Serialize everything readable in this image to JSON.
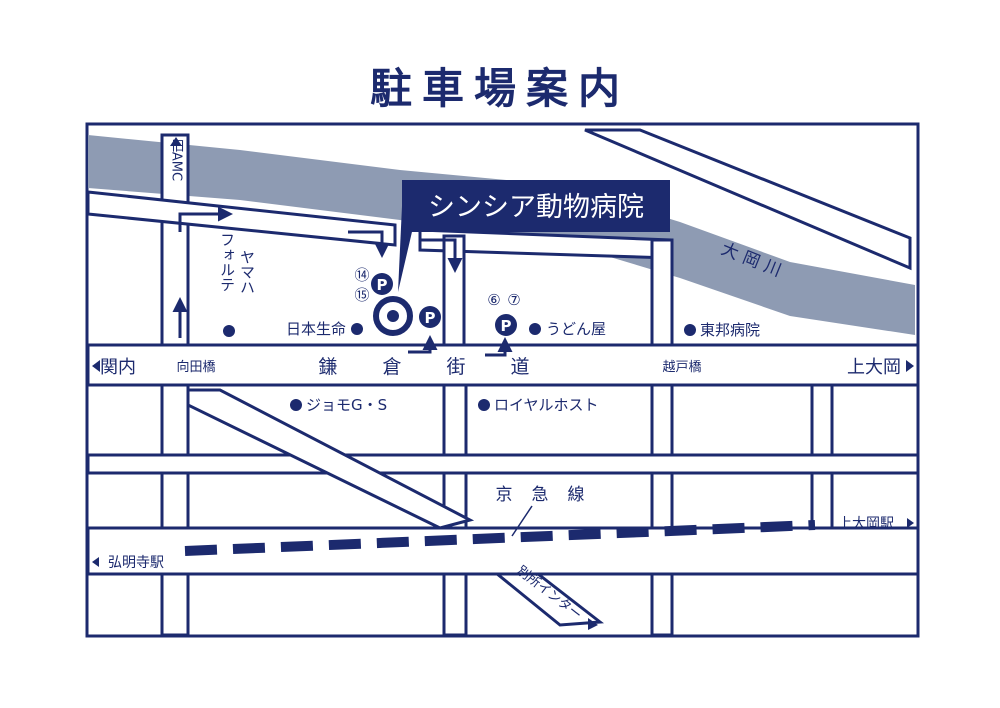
{
  "title": "駐車場案内",
  "clinic": {
    "name": "シンシア動物病院"
  },
  "river": {
    "name": "大岡川"
  },
  "roads": {
    "main": "鎌倉街道",
    "main_chars": [
      "鎌",
      "倉",
      "街",
      "道"
    ],
    "railway": "京急線",
    "railway_chars": [
      "京",
      "急",
      "線"
    ],
    "old_amc": "旧AMC",
    "bessho": "別所インター"
  },
  "directions": {
    "west": "関内",
    "east": "上大岡",
    "station_west": "弘明寺駅",
    "station_east": "上大岡駅"
  },
  "bridges": {
    "mukaida": "向田橋",
    "koshido": "越戸橋"
  },
  "landmarks": {
    "yamaha_line1": "ヤマハ",
    "yamaha_line2": "フォルテ",
    "nissay": "日本生命",
    "udon": "うどん屋",
    "toho": "東邦病院",
    "jomo": "ジョモG・S",
    "royal": "ロイヤルホスト"
  },
  "parking": {
    "symbol": "P",
    "lot_a": [
      "⑭",
      "⑮"
    ],
    "lot_b": [
      "⑥",
      "⑦"
    ]
  },
  "colors": {
    "ink": "#1c2a6e",
    "river": "#8e9bb3",
    "paper": "#ffffff"
  }
}
